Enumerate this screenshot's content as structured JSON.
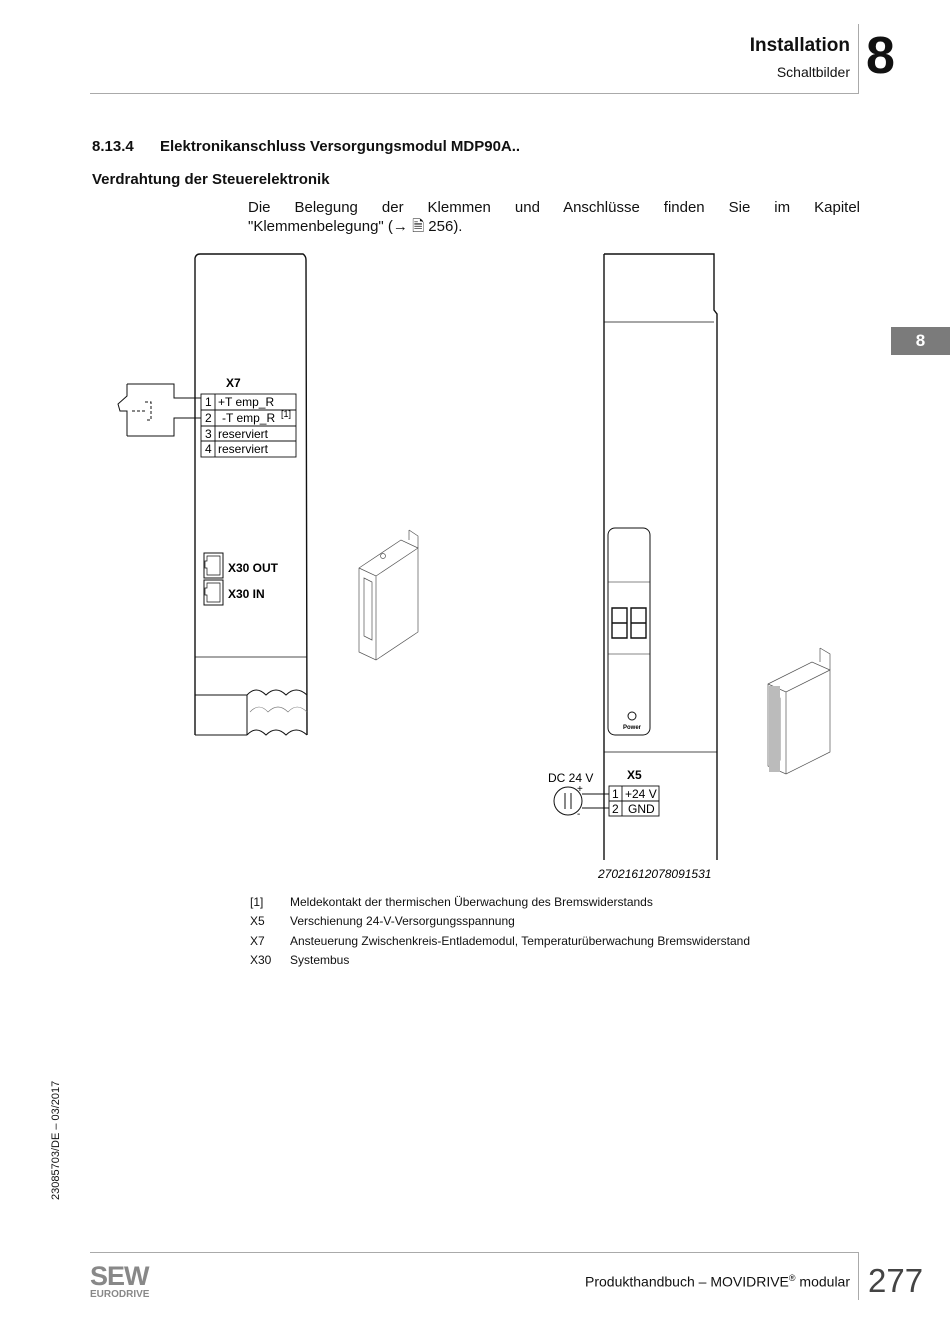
{
  "header": {
    "title": "Installation",
    "subtitle": "Schaltbilder",
    "chapter": "8"
  },
  "side_tab": "8",
  "section": {
    "number": "8.13.4",
    "title": "Elektronikanschluss Versorgungsmodul MDP90A.."
  },
  "subheading": "Verdrahtung der Steuerelektronik",
  "paragraph": {
    "line1": "Die Belegung der Klemmen und Anschlüsse finden Sie im Kapitel",
    "line2": "\"Klemmenbelegung\" (→ 🗎 256)."
  },
  "figure": {
    "x7": {
      "label": "X7",
      "rows": [
        {
          "num": "1",
          "text": "+T emp_R"
        },
        {
          "num": "2",
          "text": "-T emp_R"
        },
        {
          "num": "3",
          "text": "reserviert"
        },
        {
          "num": "4",
          "text": "reserviert"
        }
      ],
      "footnote_ref": "[1]"
    },
    "x30_out": "X30 OUT",
    "x30_in": "X30 IN",
    "x5": {
      "label": "X5",
      "rows": [
        {
          "num": "1",
          "text": "+24 V"
        },
        {
          "num": "2",
          "text": "GND"
        }
      ]
    },
    "dc_label": "DC 24 V",
    "plus": "+",
    "minus": "-",
    "power_label": "Power",
    "figure_id": "27021612078091531"
  },
  "legend": [
    {
      "key": "[1]",
      "text": "Meldekontakt der thermischen Überwachung des Bremswiderstands"
    },
    {
      "key": "X5",
      "text": "Verschienung 24-V-Versorgungsspannung"
    },
    {
      "key": "X7",
      "text": "Ansteuerung Zwischenkreis-Entlademodul, Temperaturüberwachung Bremswiderstand"
    },
    {
      "key": "X30",
      "text": "Systembus"
    }
  ],
  "side_date": "23085703/DE – 03/2017",
  "footer": {
    "product_prefix": "Produkthandbuch – MOVIDRIVE",
    "registered": "®",
    "product_suffix": " modular",
    "page": "277",
    "logo_main": "SEW",
    "logo_sub": "EURODRIVE"
  }
}
